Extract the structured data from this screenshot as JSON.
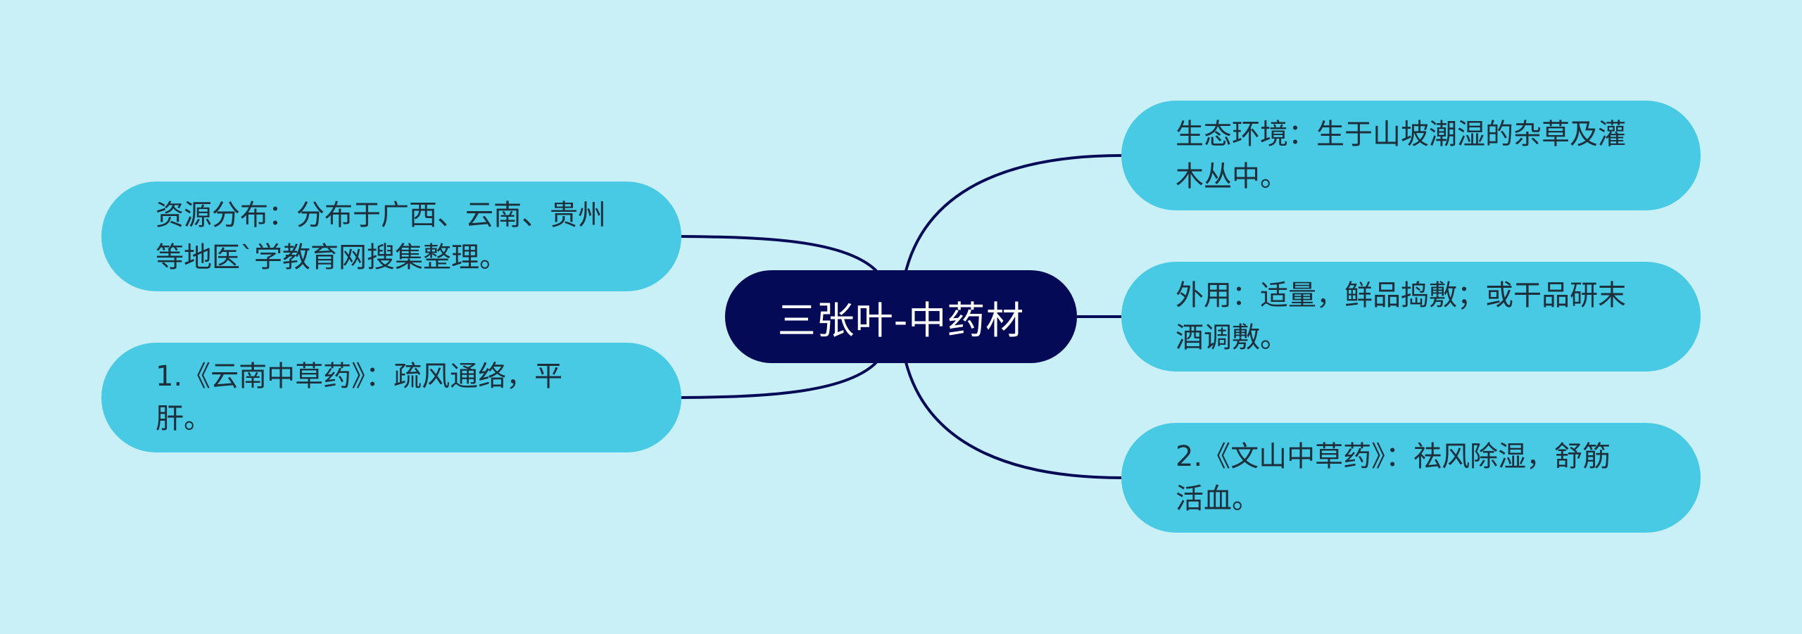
{
  "mindmap": {
    "root": {
      "label": "三张叶-中药材"
    },
    "left": [
      {
        "label": "资源分布：分布于广西、云南、贵州等地医`学教育网搜集整理。"
      },
      {
        "label": "1.《云南中草药》：疏风通络，平肝。"
      }
    ],
    "right": [
      {
        "label": "生态环境：生于山坡潮湿的杂草及灌木丛中。"
      },
      {
        "label": "外用：适量，鲜品捣敷；或干品研末酒调敷。"
      },
      {
        "label": "2.《文山中草药》：祛风除湿，舒筋活血。"
      }
    ]
  },
  "colors": {
    "background": "#c9f0f7",
    "root_fill": "#050a56",
    "node_fill": "#48c9e4",
    "link": "#050a56"
  }
}
